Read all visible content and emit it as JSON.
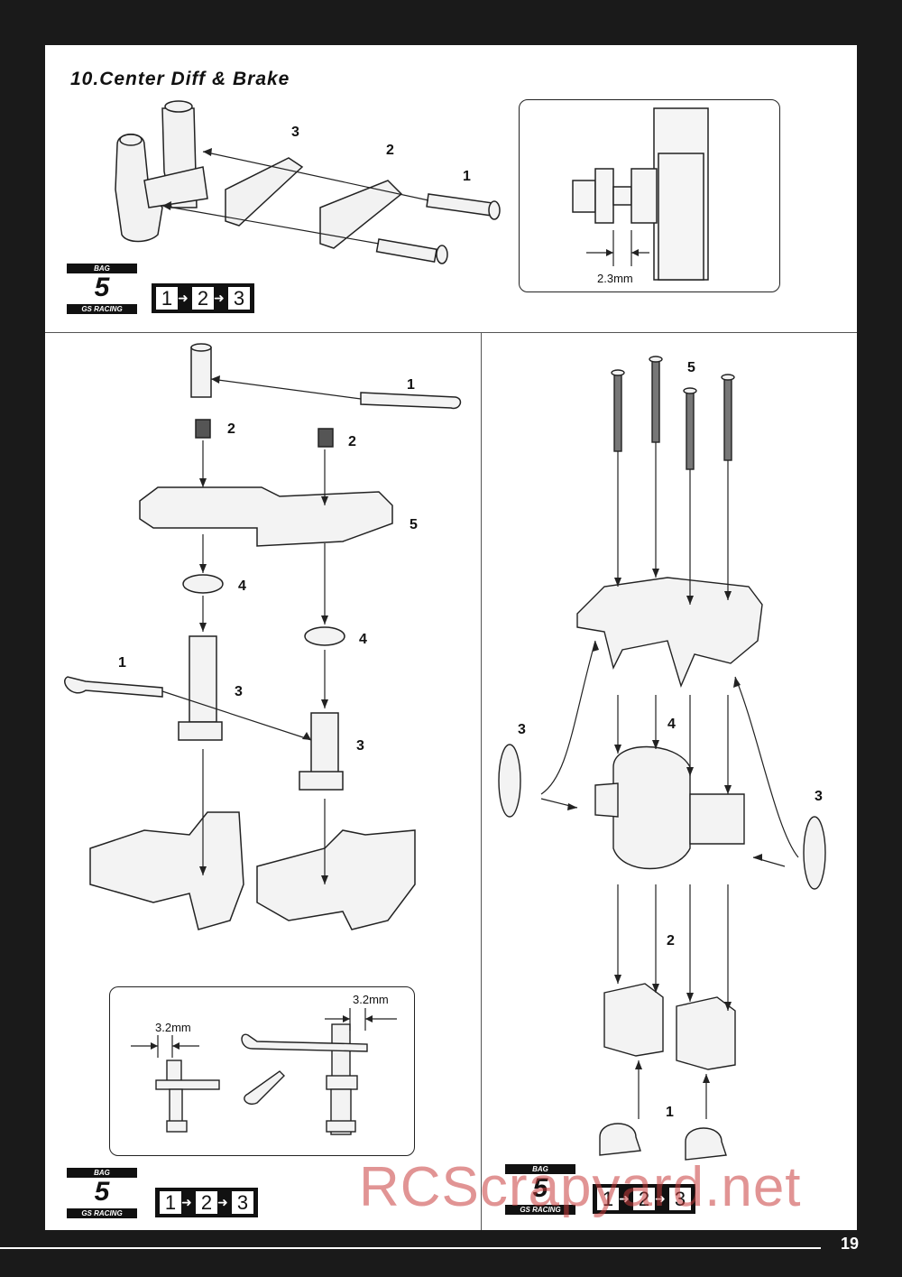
{
  "section_title": "10.Center Diff  & Brake",
  "top_panel": {
    "labels": [
      "1",
      "2",
      "3"
    ],
    "detail_dimension": "2.3mm"
  },
  "left_panel": {
    "labels": [
      "1",
      "2",
      "2",
      "5",
      "4",
      "4",
      "1",
      "3",
      "3"
    ],
    "detail_dimension_left": "3.2mm",
    "detail_dimension_right": "3.2mm"
  },
  "right_panel": {
    "labels": [
      "5",
      "4",
      "3",
      "3",
      "2",
      "1"
    ]
  },
  "bag": {
    "header": "BAG",
    "number": "5",
    "brand": "GS RACING"
  },
  "sequence": [
    "1",
    "2",
    "3"
  ],
  "page_number": "19",
  "watermark": "RCScrapyard.net"
}
